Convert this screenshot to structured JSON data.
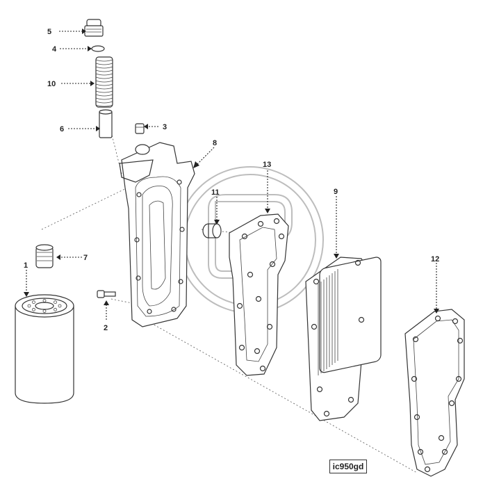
{
  "diagram": {
    "reference_code": "ic950gd",
    "callouts": {
      "c1": "1",
      "c2": "2",
      "c3": "3",
      "c4": "4",
      "c5": "5",
      "c6": "6",
      "c7": "7",
      "c8": "8",
      "c9": "9",
      "c10": "10",
      "c11": "11",
      "c12": "12",
      "c13": "13"
    }
  }
}
